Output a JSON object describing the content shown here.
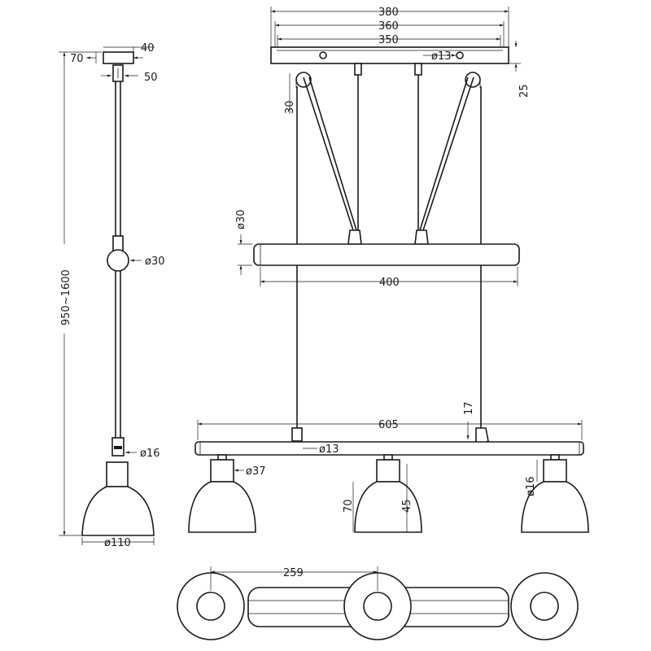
{
  "dimensions": {
    "top_width_outer": "380",
    "top_width_mid": "360",
    "top_width_inner": "350",
    "pulley_dia": "ø13",
    "canopy_height": "25",
    "pulley_offset": "30",
    "side_canopy_width": "70",
    "side_canopy_depth": "40",
    "side_canopy_base": "50",
    "overall_height": "950~1600",
    "ball_dia": "ø30",
    "socket_dia": "ø16",
    "shade_dia": "ø110",
    "mid_bar_dia": "ø30",
    "mid_bar_length": "400",
    "lower_bar_length": "605",
    "lower_bar_gap": "17",
    "lower_bar_dia": "ø13",
    "shade_neck_dia": "ø37",
    "shade_height": "70",
    "shade_neck_height": "45",
    "right_socket_dia": "ø16",
    "bottom_spacing": "259"
  }
}
